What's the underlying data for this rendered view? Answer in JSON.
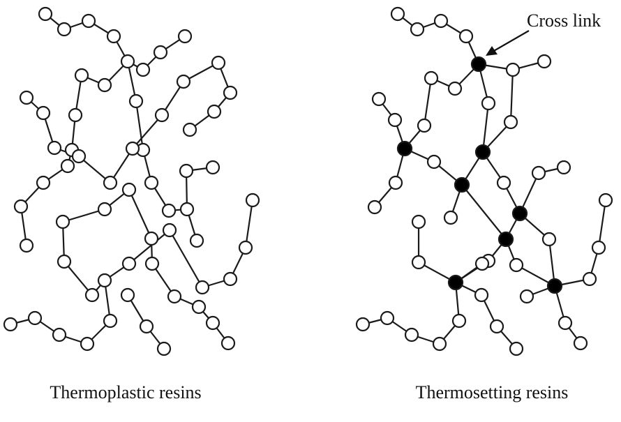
{
  "panels": {
    "left": {
      "caption": "Thermoplastic resins"
    },
    "right": {
      "caption": "Thermosetting resins",
      "annotation": "Cross link"
    }
  },
  "colors": {
    "line": "#1a1a1a",
    "open_atom_fill": "#ffffff",
    "crosslink_fill": "#000000"
  }
}
